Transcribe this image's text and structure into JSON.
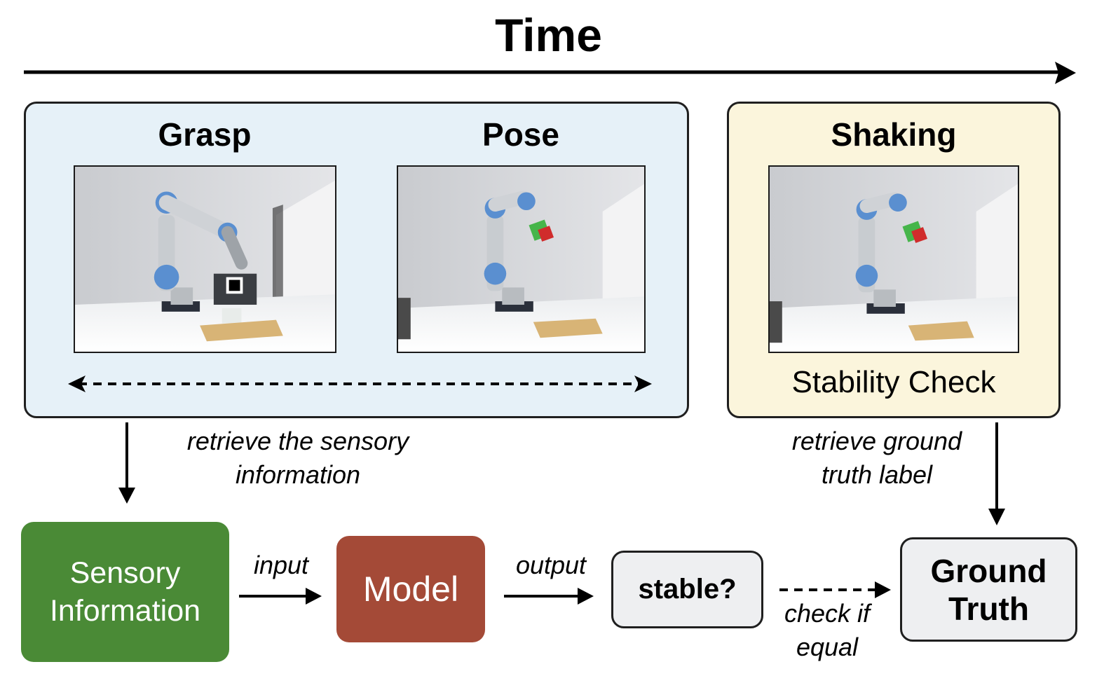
{
  "timeline": {
    "title": "Time"
  },
  "phases": {
    "grasp": "Grasp",
    "pose": "Pose",
    "shaking": "Shaking",
    "stability_check": "Stability Check"
  },
  "annotations": {
    "retrieve_sensory_line1": "retrieve the sensory",
    "retrieve_sensory_line2": "information",
    "retrieve_truth_line1": "retrieve ground",
    "retrieve_truth_line2": "truth label",
    "input": "input",
    "output": "output",
    "check_line1": "check if",
    "check_line2": "equal"
  },
  "boxes": {
    "sensory_line1": "Sensory",
    "sensory_line2": "Information",
    "model": "Model",
    "stable": "stable?",
    "truth_line1": "Ground",
    "truth_line2": "Truth"
  },
  "colors": {
    "panel_blue": "#e6f1f8",
    "panel_yellow": "#fbf5dc",
    "sensory_green": "#4a8a36",
    "model_red": "#a44a37",
    "output_gray": "#eeeff1"
  },
  "icons": {
    "photos": [
      "robot-arm-grasp-photo",
      "robot-arm-pose-photo",
      "robot-arm-shaking-photo"
    ]
  }
}
